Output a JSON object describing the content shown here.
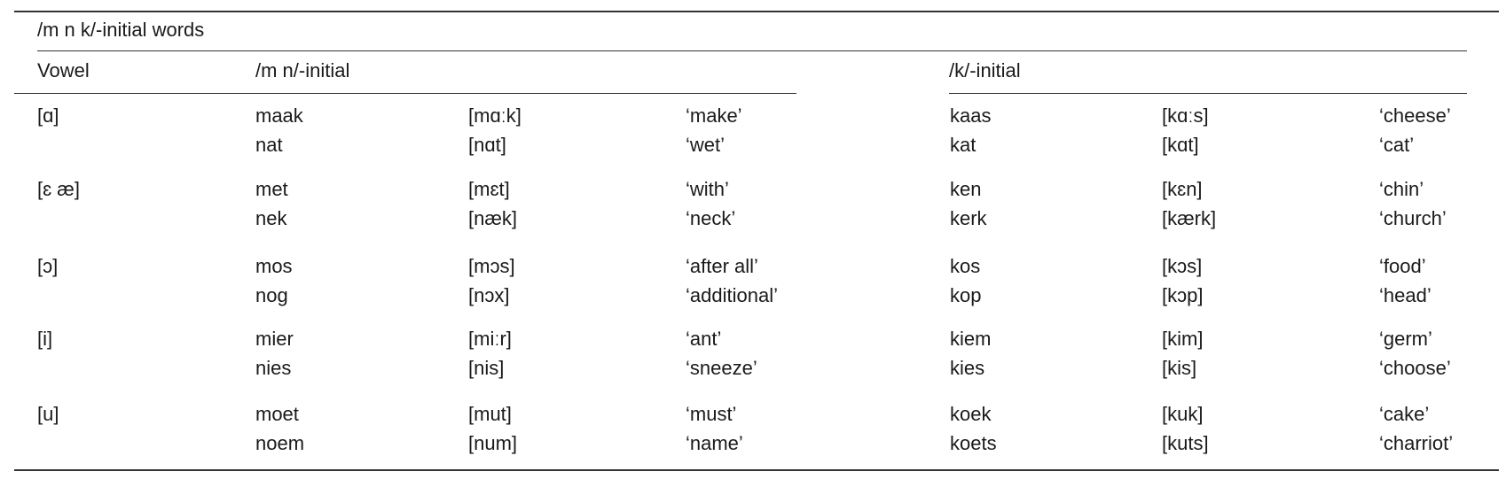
{
  "table": {
    "caption": "/m n k/-initial words",
    "headers": {
      "vowel": "Vowel",
      "mn_initial": "/m n/-initial",
      "k_initial": "/k/-initial"
    },
    "groups": [
      {
        "vowel": "[ɑ]",
        "rows": [
          {
            "mn_word": "maak",
            "mn_ipa": "[mɑːk]",
            "mn_gloss": "‘make’",
            "k_word": "kaas",
            "k_ipa": "[kɑːs]",
            "k_gloss": "‘cheese’"
          },
          {
            "mn_word": "nat",
            "mn_ipa": "[nɑt]",
            "mn_gloss": "‘wet’",
            "k_word": "kat",
            "k_ipa": "[kɑt]",
            "k_gloss": "‘cat’"
          }
        ]
      },
      {
        "vowel": "[ɛ æ]",
        "rows": [
          {
            "mn_word": "met",
            "mn_ipa": "[mɛt]",
            "mn_gloss": "‘with’",
            "k_word": "ken",
            "k_ipa": "[kɛn]",
            "k_gloss": "‘chin’"
          },
          {
            "mn_word": "nek",
            "mn_ipa": "[næk]",
            "mn_gloss": "‘neck’",
            "k_word": "kerk",
            "k_ipa": "[kærk]",
            "k_gloss": "‘church’"
          }
        ]
      },
      {
        "vowel": "[ɔ]",
        "rows": [
          {
            "mn_word": "mos",
            "mn_ipa": "[mɔs]",
            "mn_gloss": "‘after all’",
            "k_word": "kos",
            "k_ipa": "[kɔs]",
            "k_gloss": "‘food’"
          },
          {
            "mn_word": "nog",
            "mn_ipa": "[nɔx]",
            "mn_gloss": "‘additional’",
            "k_word": "kop",
            "k_ipa": "[kɔp]",
            "k_gloss": "‘head’"
          }
        ]
      },
      {
        "vowel": "[i]",
        "rows": [
          {
            "mn_word": "mier",
            "mn_ipa": "[miːr]",
            "mn_gloss": "‘ant’",
            "k_word": "kiem",
            "k_ipa": "[kim]",
            "k_gloss": "‘germ’"
          },
          {
            "mn_word": "nies",
            "mn_ipa": "[nis]",
            "mn_gloss": "‘sneeze’",
            "k_word": "kies",
            "k_ipa": "[kis]",
            "k_gloss": "‘choose’"
          }
        ]
      },
      {
        "vowel": "[u]",
        "rows": [
          {
            "mn_word": "moet",
            "mn_ipa": "[mut]",
            "mn_gloss": "‘must’",
            "k_word": "koek",
            "k_ipa": "[kuk]",
            "k_gloss": "‘cake’"
          },
          {
            "mn_word": "noem",
            "mn_ipa": "[num]",
            "mn_gloss": "‘name’",
            "k_word": "koets",
            "k_ipa": "[kuts]",
            "k_gloss": "‘charriot’"
          }
        ]
      }
    ]
  }
}
